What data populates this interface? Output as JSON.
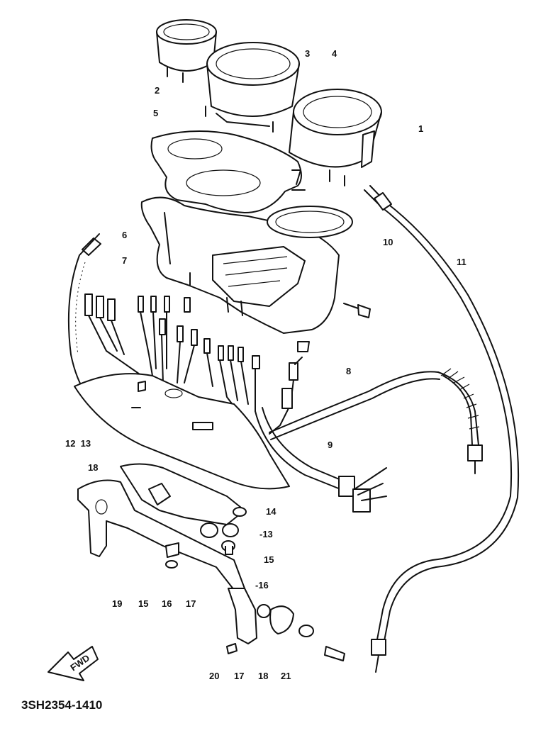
{
  "labels": {
    "l1": "1",
    "l2": "2",
    "l3": "3",
    "l4": "4",
    "l5": "5",
    "l6": "6",
    "l7": "7",
    "l8": "8",
    "l9": "9",
    "l10": "10",
    "l11": "11",
    "l12_13": "12  13",
    "l18a": "18",
    "l14": "14",
    "l13b": "-13",
    "l15a": "15",
    "l16a": "-16",
    "b19": "19",
    "b15": "15",
    "b16": "16",
    "b17": "17",
    "c20": "20",
    "c17": "17",
    "c18": "18",
    "c21": "21"
  },
  "fwd_badge": "FWD",
  "diagram_code": "3SH2354-1410"
}
